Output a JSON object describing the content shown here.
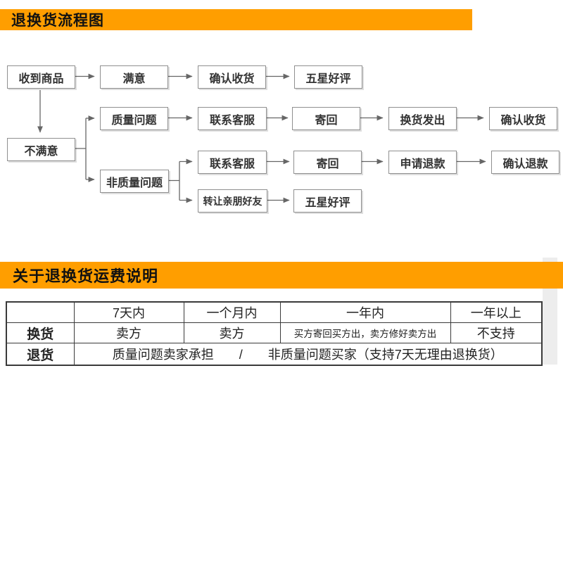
{
  "banners": {
    "flow_title": "退换货流程图",
    "fee_title": "关于退换货运费说明"
  },
  "flow": {
    "received": "收到商品",
    "satisfied": "满意",
    "confirm_receipt": "确认收货",
    "five_star": "五星好评",
    "unsatisfied": "不满意",
    "quality_issue": "质量问题",
    "contact_cs": "联系客服",
    "send_back": "寄回",
    "exchange_sent": "换货发出",
    "non_quality_issue": "非质量问题",
    "apply_refund": "申请退款",
    "confirm_refund": "确认退款",
    "transfer_friends": "转让亲朋好友"
  },
  "table": {
    "corner": "",
    "headers": [
      "7天内",
      "一个月内",
      "一年内",
      "一年以上"
    ],
    "exchange_label": "换货",
    "exchange_cells": [
      "卖方",
      "卖方",
      "买方寄回买方出，卖方修好卖方出",
      "不支持"
    ],
    "return_label": "退货",
    "return_text": "质量问题卖家承担　　/　　非质量问题买家（支持7天无理由退换货）"
  },
  "colors": {
    "banner_orange": "#FF9E00",
    "box_border": "#8f8f8f",
    "arrow": "#666666",
    "table_border": "#3a3a3a"
  }
}
